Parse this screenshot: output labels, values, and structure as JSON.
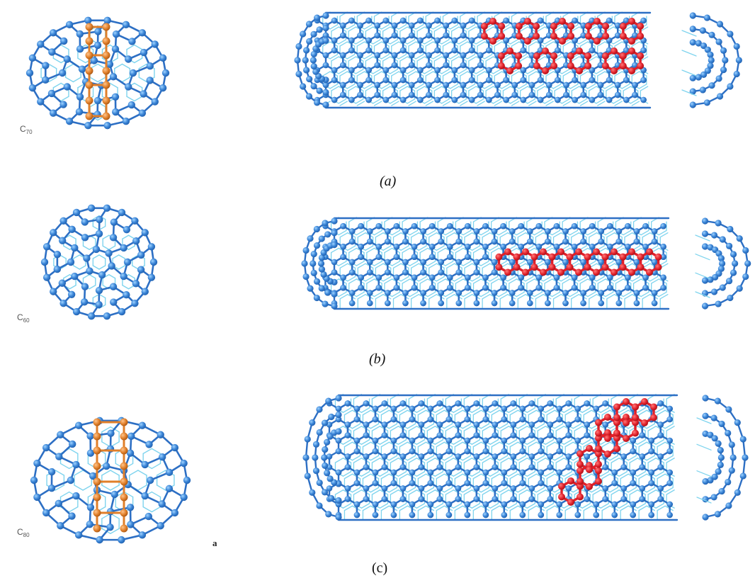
{
  "colors": {
    "front_bond": "#2d6fc4",
    "back_bond": "#7fd4ee",
    "atom": "#3a84d6",
    "atom_highlight": "#7cc0f5",
    "red_highlight": "#e0202a",
    "orange_highlight": "#e07f2a"
  },
  "molecules": {
    "c70": {
      "label_main": "C",
      "label_sub": "70"
    },
    "c60": {
      "label_main": "C",
      "label_sub": "60"
    },
    "c80": {
      "label_main": "C",
      "label_sub": "80"
    }
  },
  "captions": {
    "a": "(a)",
    "b": "(b)",
    "c": "(c)",
    "small_a": "a"
  },
  "icons": [
    "fullerene-c70",
    "fullerene-c60",
    "fullerene-c80",
    "nanotube-armchair",
    "nanotube-zigzag",
    "nanotube-chiral"
  ]
}
